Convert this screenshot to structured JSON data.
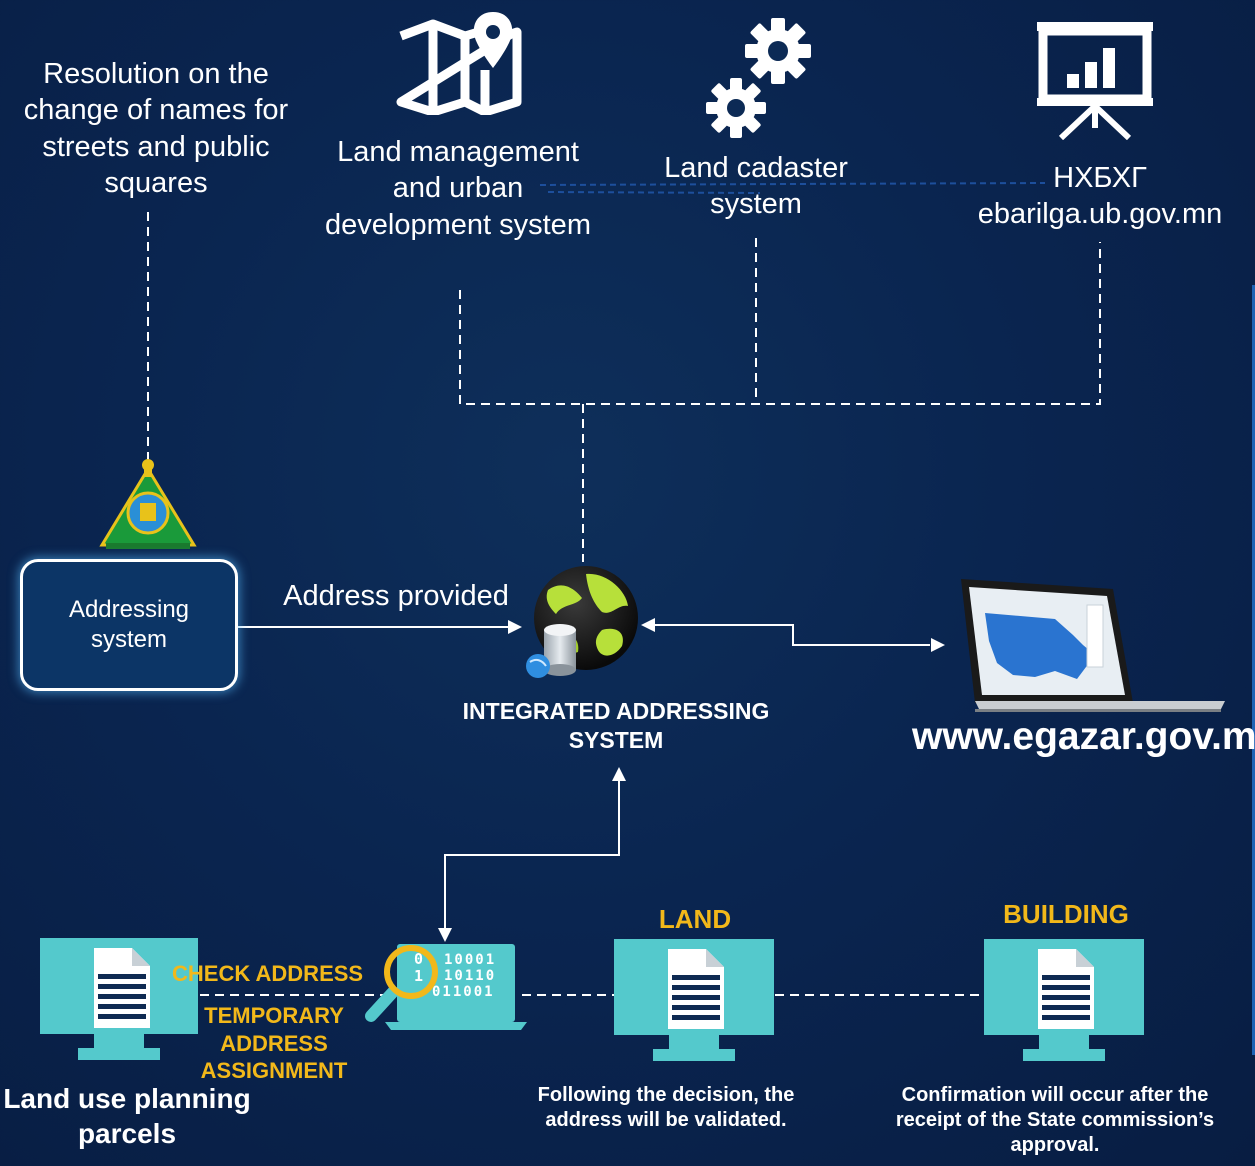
{
  "colors": {
    "background": "#0a2550",
    "accent_yellow": "#f2b81a",
    "monitor": "#54c9cc",
    "connector": "#ffffff"
  },
  "sources": {
    "resolution": "Resolution on the change of names for streets and public squares",
    "land_management": "Land management and urban development system",
    "land_cadaster": "Land cadaster system",
    "nhbhg_title": "НХБХГ",
    "nhbhg_url": "ebarilga.ub.gov.mn"
  },
  "icons": {
    "map": "map-pin-icon",
    "gears": "gears-icon",
    "presentation": "presentation-chart-icon",
    "emblem": "emblem-icon",
    "globe": "globe-database-icon",
    "laptop": "laptop-map-icon",
    "check": "magnifier-binary-icon"
  },
  "addressing_system": "Addressing system",
  "address_provided": "Address provided",
  "integrated_system": "INTEGRATED ADDRESSING SYSTEM",
  "website": "www.egazar.gov.mn",
  "check_address": "CHECK ADDRESS",
  "temporary_address": "TEMPORARY ADDRESS ASSIGNMENT",
  "binary_lines": [
    "10001",
    "10110",
    "011001"
  ],
  "binary_bits": [
    "0",
    "1"
  ],
  "land_use": "Land use planning parcels",
  "land": "LAND",
  "land_note": "Following the decision, the address will be validated.",
  "building": "BUILDING",
  "building_note": "Confirmation will occur after the receipt of the State commission’s approval."
}
